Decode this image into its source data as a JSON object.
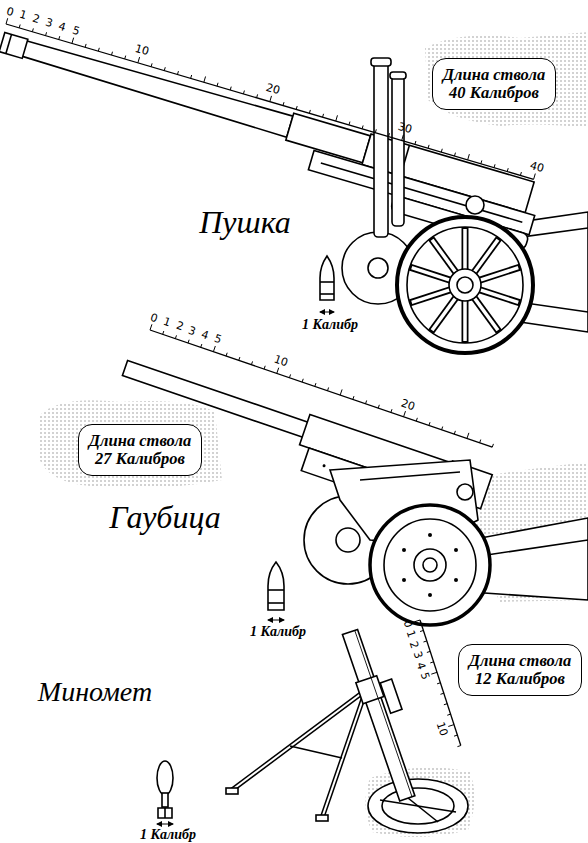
{
  "diagram": {
    "nodes": [
      {
        "text": [
          "Длина ствола 40 Калибров"
        ]
      },
      {
        "text": [
          "Длина ствола 27 Калибров"
        ]
      },
      {
        "text": [
          "Длина ствола 12 Калибров"
        ]
      }
    ],
    "labels": [
      "Пушка",
      "0",
      "1",
      "2",
      "3",
      "4",
      "5",
      "10",
      "20",
      "30",
      "40",
      "1 Калибр",
      "Гаубица",
      "0",
      "1",
      "2",
      "3",
      "4",
      "5",
      "10",
      "20",
      "1 Калибр",
      "Миномет",
      "0",
      "1",
      "2",
      "3",
      "4",
      "5",
      "10",
      "1 Калибр"
    ]
  }
}
